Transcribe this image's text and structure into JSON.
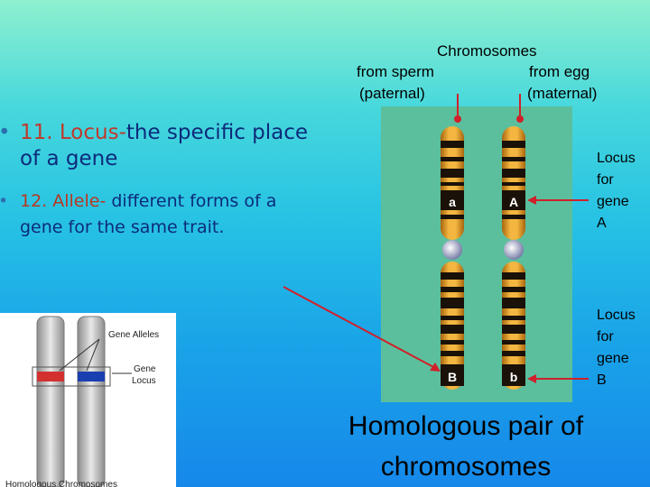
{
  "header": {
    "title": "Chromosomes",
    "sperm_label": "from sperm",
    "egg_label": "from egg",
    "paternal_label": "(paternal)",
    "maternal_label": "(maternal)"
  },
  "bullets": [
    {
      "number": "11. Locus-",
      "text_line1": "the specific place",
      "text_line2": "of a gene"
    },
    {
      "number": "12. Allele-",
      "text_line1": " different forms of a",
      "text_line2": "gene for the same trait."
    }
  ],
  "chromosome_labels": {
    "left_top": "a",
    "right_top": "A",
    "left_bottom": "B",
    "right_bottom": "b"
  },
  "locus_a": [
    "Locus",
    "for",
    "gene",
    "A"
  ],
  "locus_b": [
    "Locus",
    "for",
    "gene",
    "B"
  ],
  "caption": [
    "Homologous pair of",
    "chromosomes"
  ],
  "inset": {
    "gene_alleles": "Gene Alleles",
    "gene": "Gene",
    "locus": "Locus",
    "homologous": "Homologous Chromosomes"
  },
  "colors": {
    "arrow": "#d0202a",
    "allele_red": "#d33030",
    "allele_blue": "#1a3fb0",
    "band": "#1a1108",
    "chromosome_gold": "#e7a02a"
  }
}
